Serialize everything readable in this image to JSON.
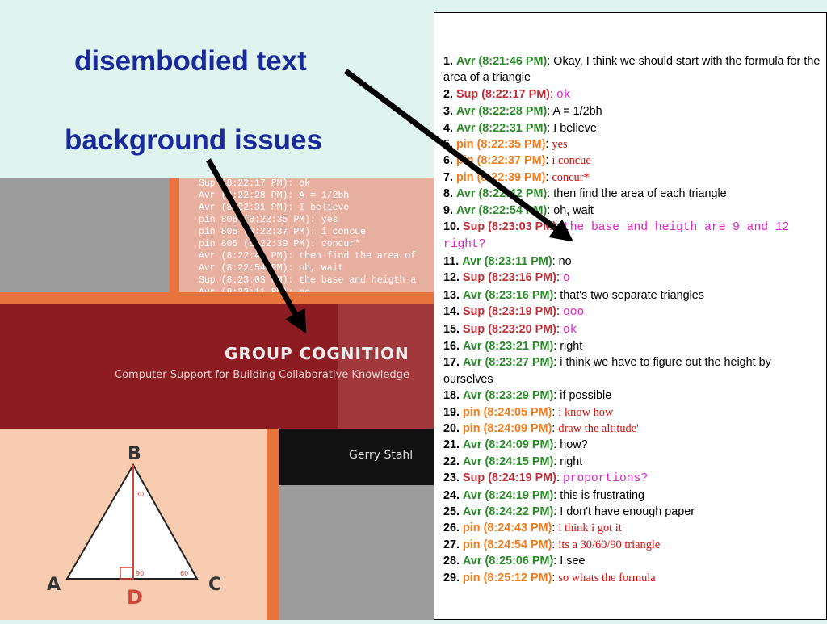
{
  "annotations": {
    "label_1": "disembodied text",
    "label_2": "background issues"
  },
  "colors": {
    "avr": "#2a8a2a",
    "sup": "#c0303a",
    "pin": "#f07c1e",
    "annotation": "#1a2a9a"
  },
  "cover": {
    "title": "GROUP COGNITION",
    "subtitle": "Computer Support for Building Collaborative Knowledge",
    "author": "Gerry Stahl",
    "log_excerpt": "Sup (8:22:17 PM): ok\nAvr (8:22:28 PM): A = 1/2bh\nAvr (8:22:31 PM): I believe\npin 805 (8:22:35 PM): yes\npin 805 (8:22:37 PM): i concue\npin 805 (8:22:39 PM): concur*\nAvr (8:22:42 PM): then find the area of\nAvr (8:22:54 PM): oh, wait\nSup (8:23:03 PM): the base and heigth a\nAvr (8:23:11 PM): no",
    "triangle": {
      "vertex_top": "B",
      "vertex_left": "A",
      "vertex_right": "C",
      "foot": "D",
      "angle_top": "30",
      "angle_right_foot": "90",
      "angle_right": "60"
    }
  },
  "chat": [
    {
      "n": "1.",
      "who": "Avr",
      "time": "(8:21:46 PM)",
      "msg": "Okay, I think we should start with the formula for the area of a triangle"
    },
    {
      "n": "2.",
      "who": "Sup",
      "time": "(8:22:17 PM)",
      "msg": "ok"
    },
    {
      "n": "3.",
      "who": "Avr",
      "time": "(8:22:28 PM)",
      "msg": "A = 1/2bh"
    },
    {
      "n": "4.",
      "who": "Avr",
      "time": "(8:22:31 PM)",
      "msg": "I believe"
    },
    {
      "n": "5.",
      "who": "pin",
      "time": "(8:22:35 PM)",
      "msg": "yes"
    },
    {
      "n": "6.",
      "who": "pin",
      "time": "(8:22:37 PM)",
      "msg": "i concue"
    },
    {
      "n": "7.",
      "who": "pin",
      "time": "(8:22:39 PM)",
      "msg": "concur*"
    },
    {
      "n": "8.",
      "who": "Avr",
      "time": "(8:22:42 PM)",
      "msg": "then find the area of each triangle"
    },
    {
      "n": "9.",
      "who": "Avr",
      "time": "(8:22:54 PM)",
      "msg": "oh, wait"
    },
    {
      "n": "10.",
      "who": "Sup",
      "time": "(8:23:03 PM)",
      "msg": "the base and heigth are 9 and 12 right?"
    },
    {
      "n": "11.",
      "who": "Avr",
      "time": "(8:23:11 PM)",
      "msg": "no"
    },
    {
      "n": "12.",
      "who": "Sup",
      "time": "(8:23:16 PM)",
      "msg": "o"
    },
    {
      "n": "13.",
      "who": "Avr",
      "time": "(8:23:16 PM)",
      "msg": "that's two separate triangles"
    },
    {
      "n": "14.",
      "who": "Sup",
      "time": "(8:23:19 PM)",
      "msg": "ooo"
    },
    {
      "n": "15.",
      "who": "Sup",
      "time": "(8:23:20 PM)",
      "msg": "ok"
    },
    {
      "n": "16.",
      "who": "Avr",
      "time": "(8:23:21 PM)",
      "msg": "right"
    },
    {
      "n": "17.",
      "who": "Avr",
      "time": "(8:23:27 PM)",
      "msg": "i think we have to figure out the height by ourselves"
    },
    {
      "n": "18.",
      "who": "Avr",
      "time": "(8:23:29 PM)",
      "msg": "if possible"
    },
    {
      "n": "19.",
      "who": "pin",
      "time": "(8:24:05 PM)",
      "msg": "i know how"
    },
    {
      "n": "20.",
      "who": "pin",
      "time": "(8:24:09 PM)",
      "msg": "draw the altitude'"
    },
    {
      "n": "21.",
      "who": "Avr",
      "time": "(8:24:09 PM)",
      "msg": "how?"
    },
    {
      "n": "22.",
      "who": "Avr",
      "time": "(8:24:15 PM)",
      "msg": "right"
    },
    {
      "n": "23.",
      "who": "Sup",
      "time": "(8:24:19 PM)",
      "msg": "proportions?"
    },
    {
      "n": "24.",
      "who": "Avr",
      "time": "(8:24:19 PM)",
      "msg": "this is frustrating"
    },
    {
      "n": "25.",
      "who": "Avr",
      "time": "(8:24:22 PM)",
      "msg": "I don't have enough paper"
    },
    {
      "n": "26.",
      "who": "pin",
      "time": "(8:24:43 PM)",
      "msg": "i think i got it"
    },
    {
      "n": "27.",
      "who": "pin",
      "time": "(8:24:54 PM)",
      "msg": "its a 30/60/90 triangle"
    },
    {
      "n": "28.",
      "who": "Avr",
      "time": "(8:25:06 PM)",
      "msg": "I see"
    },
    {
      "n": "29.",
      "who": "pin",
      "time": "(8:25:12 PM)",
      "msg": "so whats the formula"
    }
  ]
}
